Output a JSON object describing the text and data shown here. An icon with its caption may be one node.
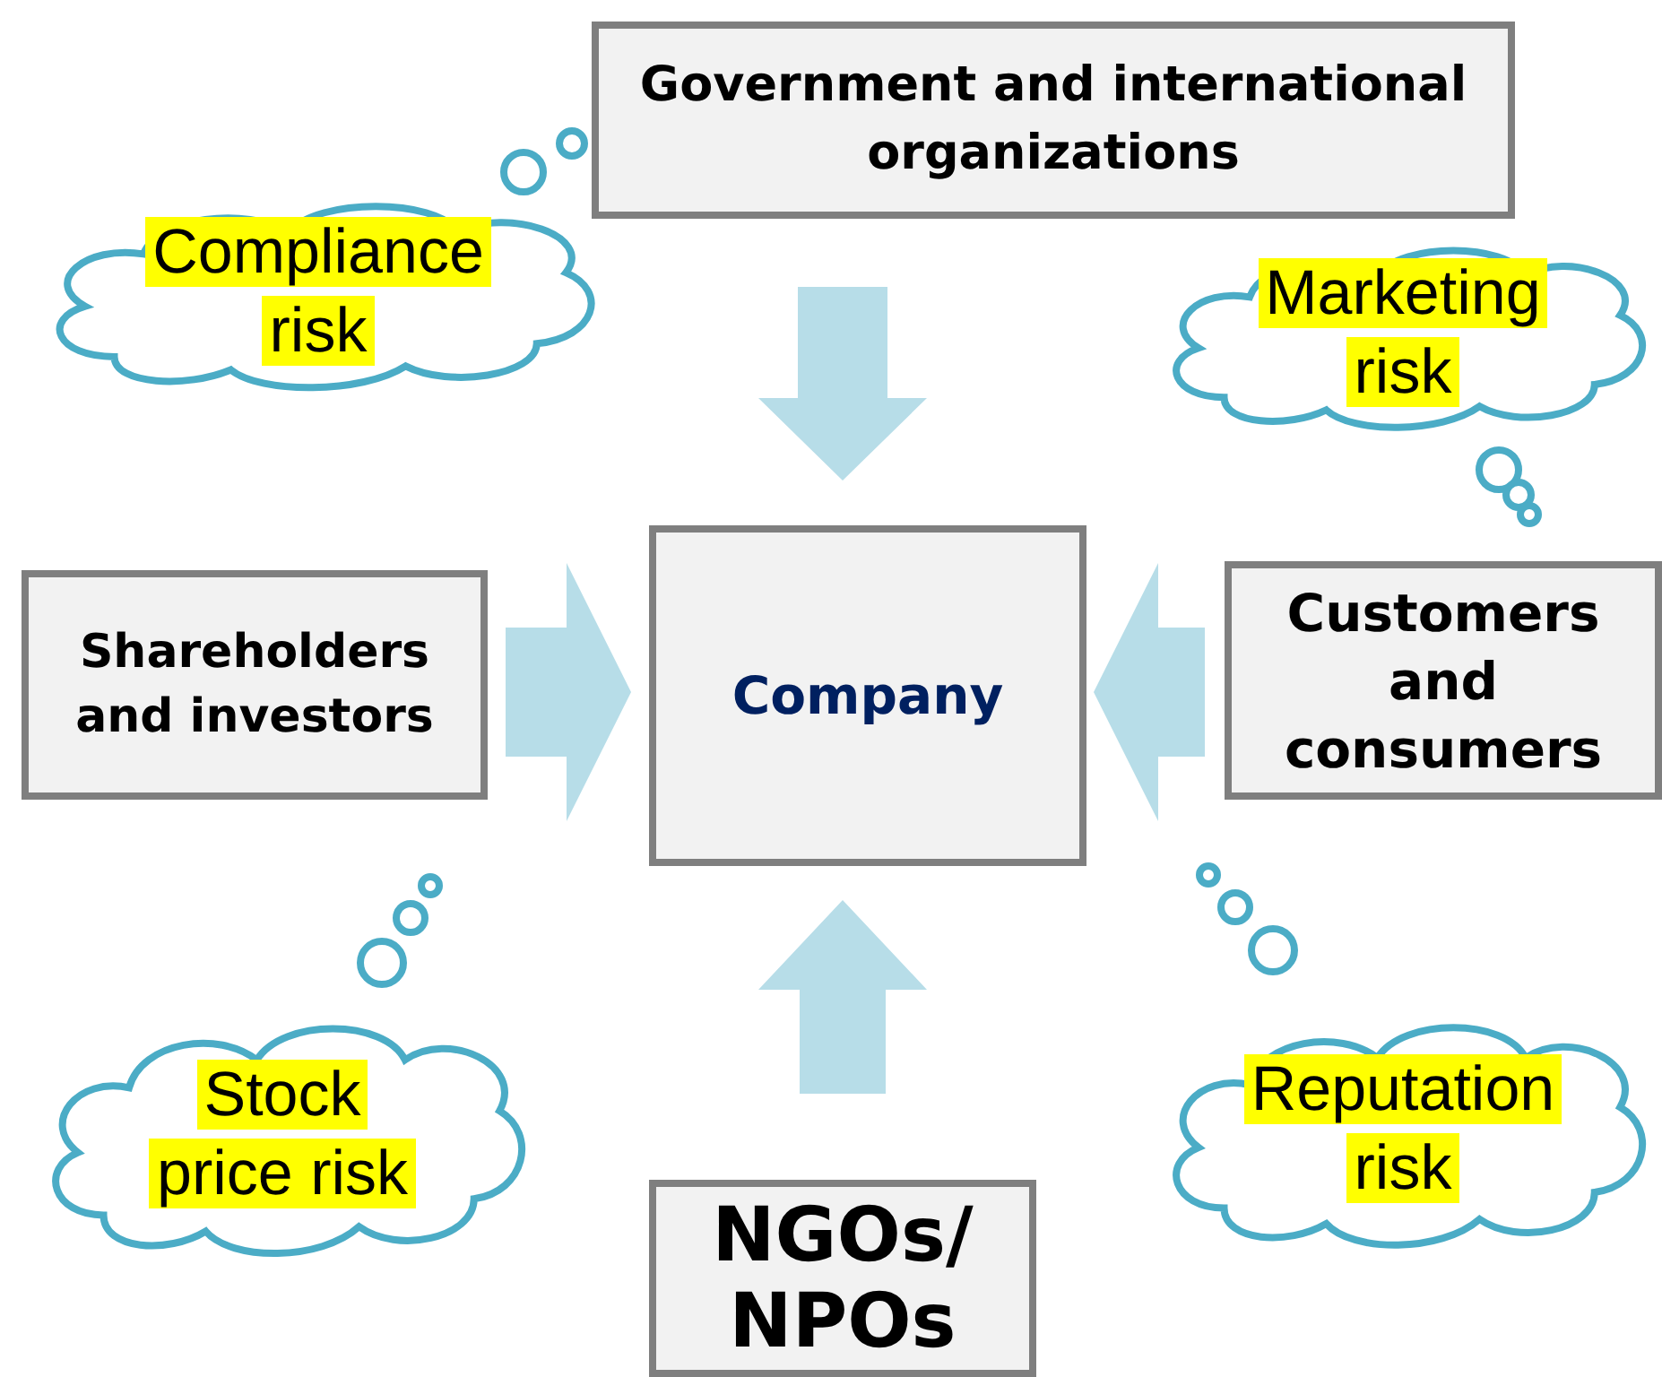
{
  "diagram": {
    "nodes": [
      {
        "text": [
          "Government and international organizations"
        ]
      },
      {
        "text": [
          "Compliance risk"
        ]
      },
      {
        "text": [
          "Marketing risk"
        ]
      },
      {
        "text": [
          "Shareholders and investors"
        ]
      },
      {
        "text": [
          "Company"
        ]
      },
      {
        "text": [
          "Customers and consumers"
        ]
      },
      {
        "text": [
          "Stock price risk"
        ]
      },
      {
        "text": [
          "Reputation risk"
        ]
      },
      {
        "text": [
          "NGOs/ NPOs"
        ]
      }
    ],
    "edges": [
      {
        "from": 0,
        "to": 4,
        "arrow": "to",
        "style": "thick"
      },
      {
        "from": 3,
        "to": 4,
        "arrow": "to",
        "style": "thick"
      },
      {
        "from": 5,
        "to": 4,
        "arrow": "to",
        "style": "thick"
      },
      {
        "from": 8,
        "to": 4,
        "arrow": "to",
        "style": "thick"
      }
    ]
  }
}
